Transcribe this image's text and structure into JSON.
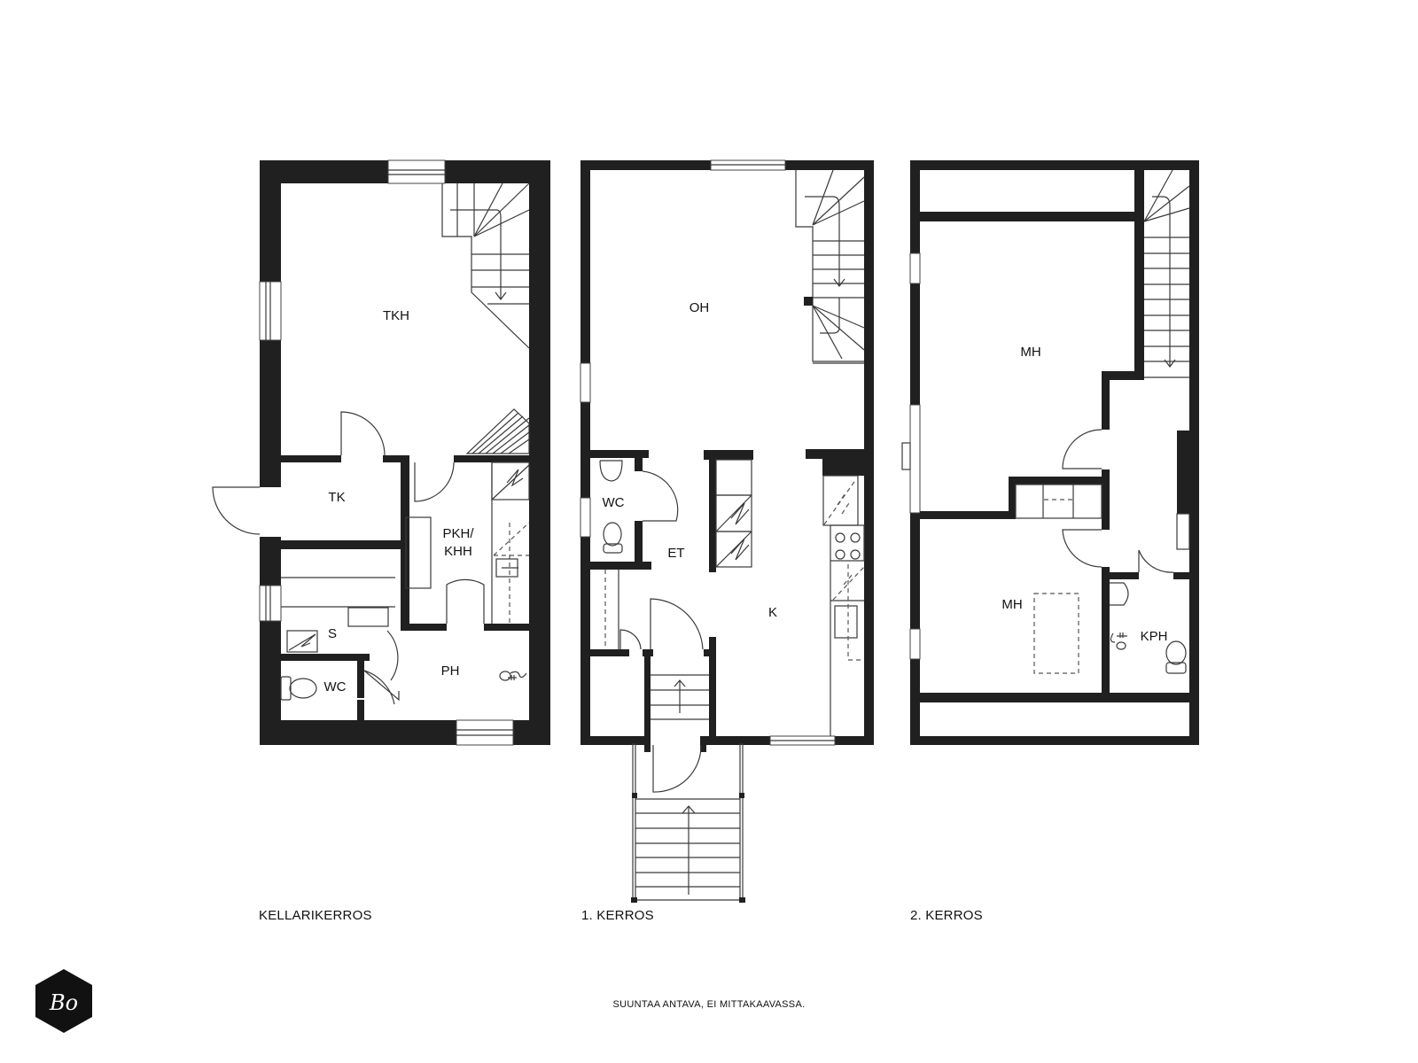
{
  "floors": [
    {
      "id": "kellarikerros",
      "label": "KELLARIKERROS",
      "rooms": [
        {
          "code": "TKH"
        },
        {
          "code": "TK"
        },
        {
          "code": "PKH/"
        },
        {
          "code": "KHH"
        },
        {
          "code": "S"
        },
        {
          "code": "WC"
        },
        {
          "code": "PH"
        }
      ]
    },
    {
      "id": "kerros-1",
      "label": "1. KERROS",
      "rooms": [
        {
          "code": "OH"
        },
        {
          "code": "WC"
        },
        {
          "code": "ET"
        },
        {
          "code": "K"
        }
      ]
    },
    {
      "id": "kerros-2",
      "label": "2. KERROS",
      "rooms": [
        {
          "code": "MH"
        },
        {
          "code": "MH"
        },
        {
          "code": "KPH"
        }
      ]
    }
  ],
  "footer": {
    "disclaimer": "SUUNTAA ANTAVA, EI MITTAKAAVASSA.",
    "logo_text": "Bo"
  },
  "colors": {
    "wall": "#202020",
    "background": "#ffffff"
  }
}
